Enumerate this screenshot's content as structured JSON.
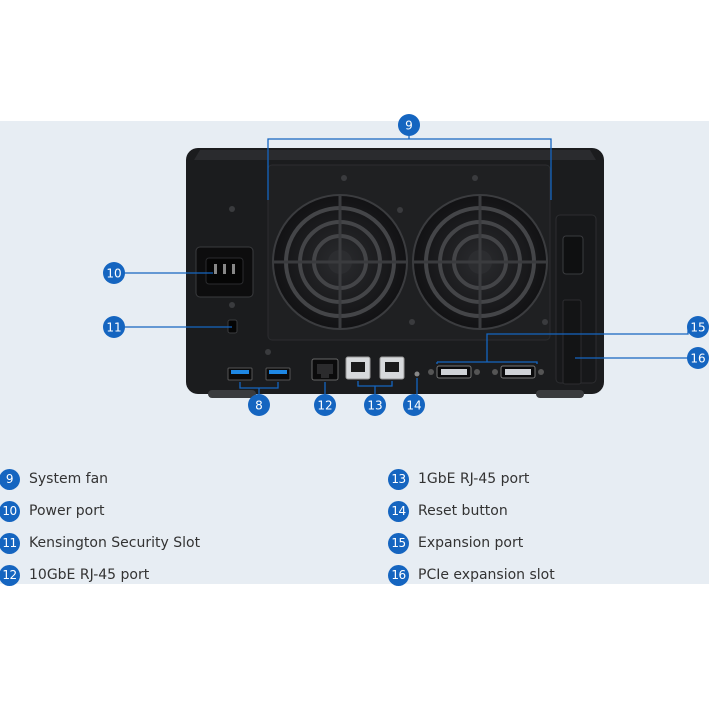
{
  "callouts": {
    "c8": "8",
    "c9": "9",
    "c10": "10",
    "c11": "11",
    "c12": "12",
    "c13": "13",
    "c14": "14",
    "c15": "15",
    "c16": "16"
  },
  "legend": {
    "left": [
      {
        "number": "9",
        "label": "System fan"
      },
      {
        "number": "10",
        "label": "Power port"
      },
      {
        "number": "11",
        "label": "Kensington Security Slot"
      },
      {
        "number": "12",
        "label": "10GbE RJ-45 port"
      }
    ],
    "right": [
      {
        "number": "13",
        "label": "1GbE RJ-45 port"
      },
      {
        "number": "14",
        "label": "Reset button"
      },
      {
        "number": "15",
        "label": "Expansion port"
      },
      {
        "number": "16",
        "label": "PCIe expansion slot"
      }
    ]
  },
  "colors": {
    "panel_background": "#e7edf3",
    "callout_blue": "#1565c0",
    "device_body": "#1b1c1e",
    "label_text": "#333333"
  },
  "icons": [
    "fan-grille-icon",
    "power-socket-icon",
    "rj45-port-icon",
    "usb-port-icon",
    "esata-port-icon"
  ]
}
